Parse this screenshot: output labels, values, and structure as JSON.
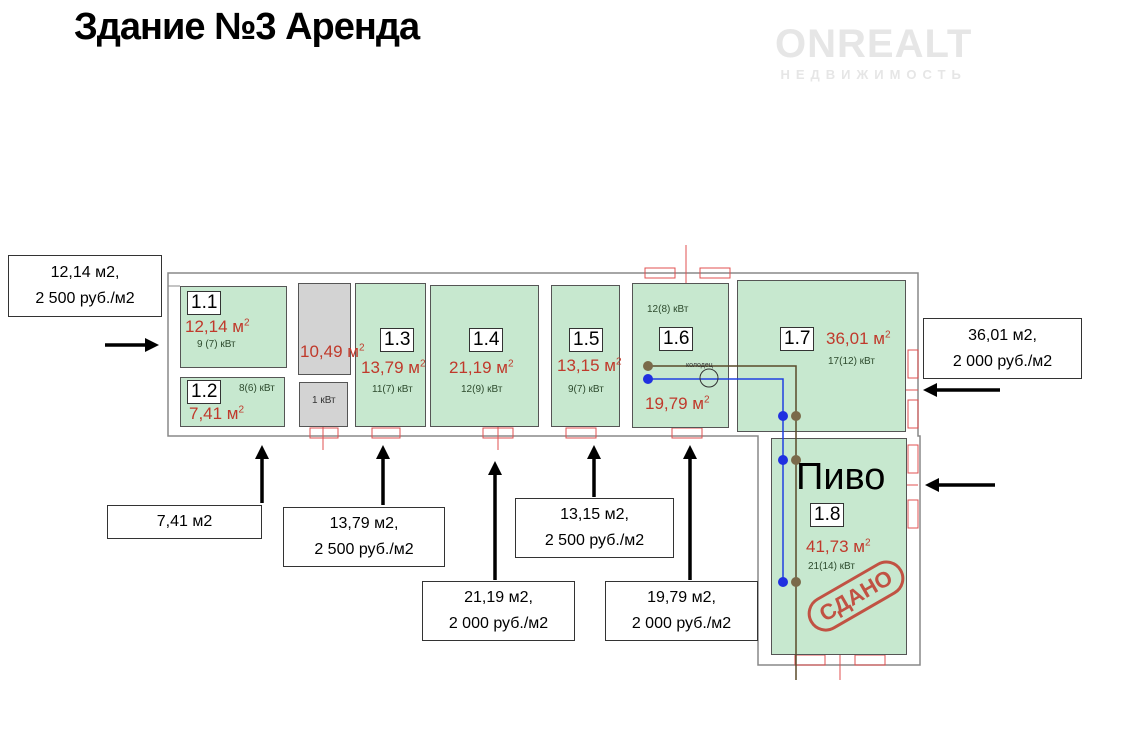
{
  "title": "Здание №3 Аренда",
  "logo": {
    "name": "ONREALT",
    "subtitle": "НЕДВИЖИМОСТЬ"
  },
  "rooms": [
    {
      "id": "1.1",
      "area": "12,14 м",
      "power": "9 (7) кВт"
    },
    {
      "id": "1.2",
      "area": "7,41 м",
      "power": "8(6) кВт"
    },
    {
      "id": "",
      "area": "10,49 м",
      "power": "1 кВт"
    },
    {
      "id": "1.3",
      "area": "13,79 м",
      "power": "11(7) кВт"
    },
    {
      "id": "1.4",
      "area": "21,19 м",
      "power": "12(9) кВт"
    },
    {
      "id": "1.5",
      "area": "13,15 м",
      "power": "9(7) кВт"
    },
    {
      "id": "1.6",
      "area": "19,79 м",
      "power": "12(8) кВт"
    },
    {
      "id": "1.7",
      "area": "36,01 м",
      "power": "17(12) кВт"
    },
    {
      "id": "1.8",
      "area": "41,73 м",
      "power": "21(14) кВт"
    }
  ],
  "sup": "2",
  "well_label": "колодец",
  "tenant_label": "Пиво",
  "stamp": "СДАНО",
  "callouts": [
    {
      "line1": "12,14 м2,",
      "line2": "2 500 руб./м2"
    },
    {
      "line1": "7,41 м2",
      "line2": ""
    },
    {
      "line1": "13,79 м2,",
      "line2": "2 500 руб./м2"
    },
    {
      "line1": "21,19 м2,",
      "line2": "2 000 руб./м2"
    },
    {
      "line1": "13,15 м2,",
      "line2": "2 500 руб./м2"
    },
    {
      "line1": "19,79 м2,",
      "line2": "2 000 руб./м2"
    },
    {
      "line1": "36,01 м2,",
      "line2": "2 000 руб./м2"
    }
  ]
}
